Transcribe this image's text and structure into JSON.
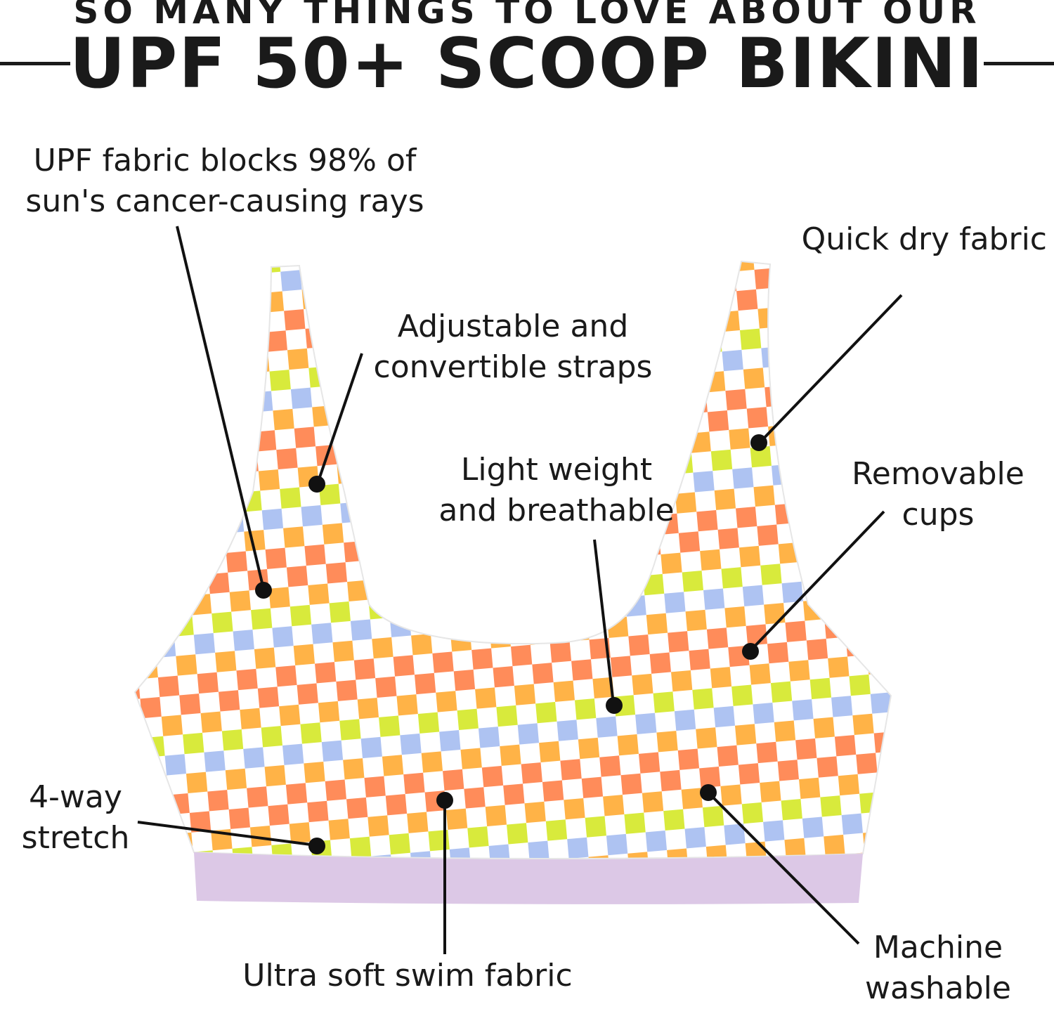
{
  "headline": {
    "top": "SO MANY THINGS TO LOVE ABOUT OUR",
    "main": "UPF 50+ SCOOP BIKINI"
  },
  "callouts": {
    "upf": [
      "UPF fabric blocks 98% of",
      "sun's cancer-causing rays"
    ],
    "quick_dry": [
      "Quick dry fabric"
    ],
    "straps": [
      "Adjustable and",
      "convertible straps"
    ],
    "light": [
      "Light weight",
      "and breathable"
    ],
    "cups": [
      "Removable",
      "cups"
    ],
    "stretch": [
      "4-way",
      "stretch"
    ],
    "soft": [
      "Ultra soft swim fabric"
    ],
    "washable": [
      "Machine",
      "washable"
    ]
  },
  "colors": {
    "text": "#1a1a1a",
    "check_orange": "#ff8c5a",
    "check_yellow": "#ffb347",
    "check_green": "#d8ea3c",
    "check_blue": "#aec3f2",
    "band_lilac": "#dcc8e6"
  }
}
